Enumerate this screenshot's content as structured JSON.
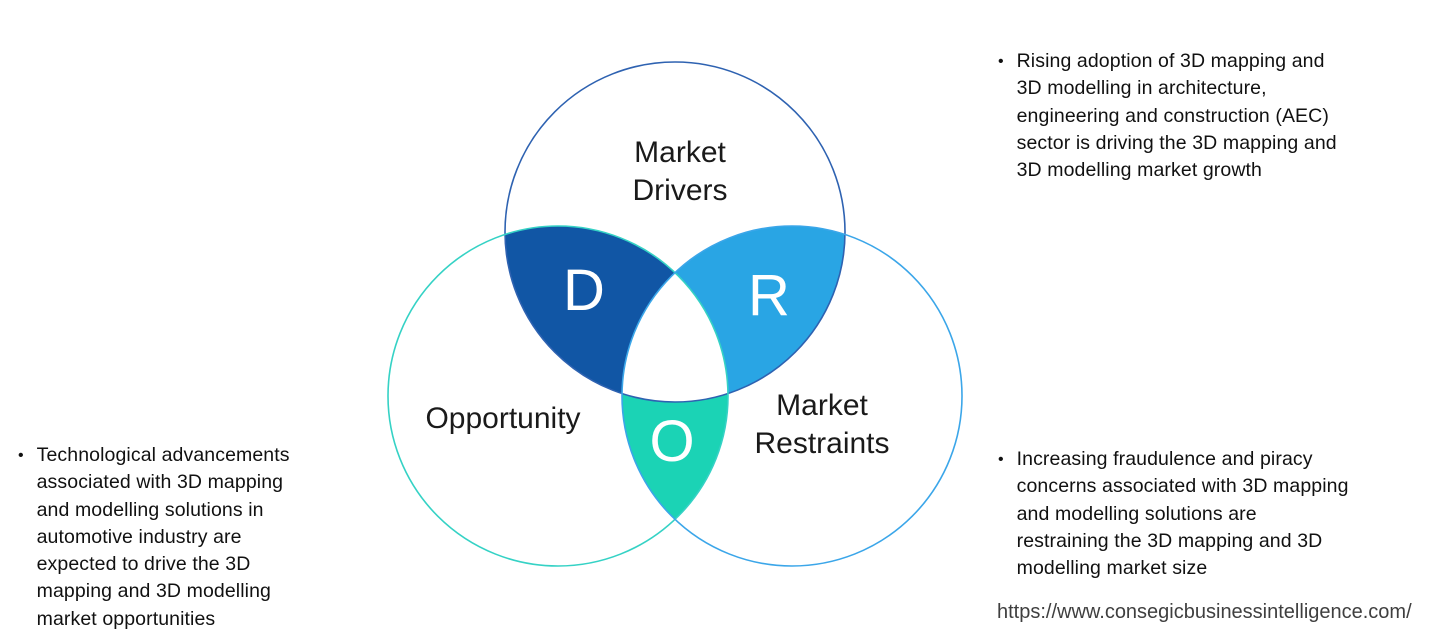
{
  "colors": {
    "background": "#ffffff",
    "drivers_fill": "#1156A5",
    "restraints_fill": "#29A5E4",
    "opportunity_fill": "#1BD3B5",
    "drivers_stroke": "#2E62B1",
    "opportunity_stroke": "#35D2C5",
    "restraints_stroke": "#3BA6E9",
    "label_text": "#1A1A1A",
    "letter_text": "#FFFFFF",
    "bullet_text": "#111111",
    "url_text": "#3F3F3F"
  },
  "diagram": {
    "type": "venn",
    "drivers_label": "Market\nDrivers",
    "opportunity_label": "Opportunity",
    "restraints_label": "Market\nRestraints",
    "drivers_letter": "D",
    "restraints_letter": "R",
    "opportunity_letter": "O"
  },
  "bullets": {
    "marker": "•",
    "drivers": "Rising adoption of 3D mapping and\n3D modelling in architecture,\nengineering and construction (AEC)\nsector is driving the 3D mapping and\n3D modelling market growth",
    "restraints": "Increasing fraudulence and piracy\nconcerns associated with 3D mapping\nand modelling solutions are\nrestraining the 3D mapping and 3D\nmodelling market size",
    "opportunity": "Technological advancements\nassociated with 3D mapping\nand modelling solutions in\nautomotive industry are\nexpected to drive the 3D\nmapping and 3D modelling\nmarket opportunities"
  },
  "footer": {
    "url": "https://www.consegicbusinessintelligence.com/"
  }
}
